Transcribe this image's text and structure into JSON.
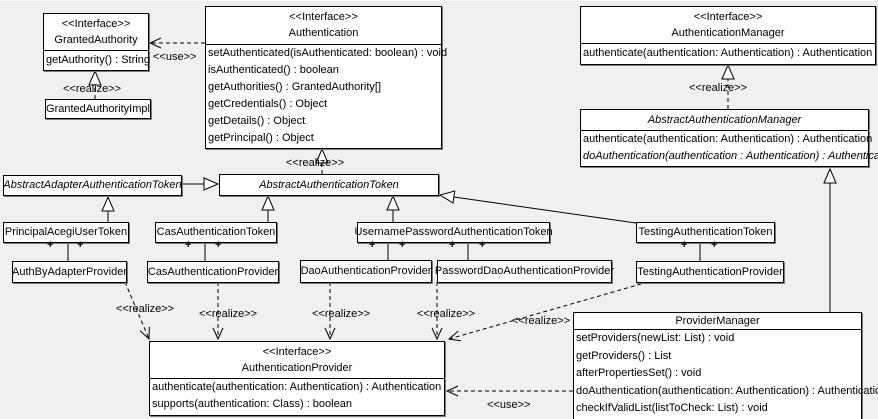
{
  "labels": {
    "stereotype_interface": "<<Interface>>",
    "use": "<<use>>",
    "realize": "<<realize>>",
    "plus": "+"
  },
  "classes": {
    "grantedAuthority": {
      "stereotype": "<<Interface>>",
      "name": "GrantedAuthority",
      "methods": [
        "getAuthority() : String"
      ]
    },
    "grantedAuthorityImpl": {
      "name": "GrantedAuthorityImpl"
    },
    "authentication": {
      "stereotype": "<<Interface>>",
      "name": "Authentication",
      "methods": [
        "setAuthenticated(isAuthenticated: boolean) : void",
        "isAuthenticated() : boolean",
        "getAuthorities() : GrantedAuthority[]",
        "getCredentials() : Object",
        "getDetails() : Object",
        "getPrincipal() : Object"
      ]
    },
    "authenticationManager": {
      "stereotype": "<<Interface>>",
      "name": "AuthenticationManager",
      "methods": [
        "authenticate(authentication: Authentication) : Authentication"
      ]
    },
    "abstractAuthenticationManager": {
      "name": "AbstractAuthenticationManager",
      "methods": [
        "authenticate(authentication: Authentication) : Authentication",
        "doAuthentication(authentication : Authentication) : Authentication"
      ]
    },
    "abstractAdapterAuthenticationToken": {
      "name": "AbstractAdapterAuthenticationToken"
    },
    "abstractAuthenticationToken": {
      "name": "AbstractAuthenticationToken"
    },
    "principalAcegiUserToken": {
      "name": "PrincipalAcegiUserToken"
    },
    "casAuthenticationToken": {
      "name": "CasAuthenticationToken"
    },
    "usernamePasswordAuthenticationToken": {
      "name": "UsernamePasswordAuthenticationToken"
    },
    "testingAuthenticationToken": {
      "name": "TestingAuthenticationToken"
    },
    "authByAdapterProvider": {
      "name": "AuthByAdapterProvider"
    },
    "casAuthenticationProvider": {
      "name": "CasAuthenticationProvider"
    },
    "daoAuthenticationProvider": {
      "name": "DaoAuthenticationProvider"
    },
    "passwordDaoAuthenticationProvider": {
      "name": "PasswordDaoAuthenticationProvider"
    },
    "testingAuthenticationProvider": {
      "name": "TestingAuthenticationProvider"
    },
    "authenticationProvider": {
      "stereotype": "<<Interface>>",
      "name": "AuthenticationProvider",
      "methods": [
        "authenticate(authentication: Authentication) : Authentication",
        "supports(authentication: Class) : boolean"
      ]
    },
    "providerManager": {
      "name": "ProviderManager",
      "methods": [
        "setProviders(newList: List) : void",
        "getProviders() : List",
        "afterPropertiesSet() : void",
        "doAuthentication(authentication: Authentication) : Authentication",
        "checkIfValidList(listToCheck: List) : void"
      ]
    }
  }
}
